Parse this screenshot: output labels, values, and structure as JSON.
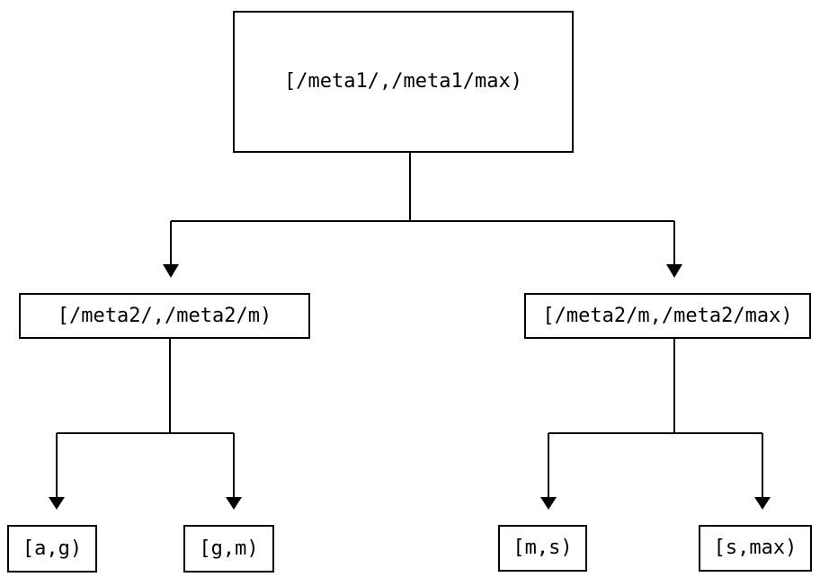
{
  "colors": {
    "background": "#ffffff",
    "line": "#000000",
    "node_border": "#000000",
    "node_fill": "#ffffff",
    "text": "#000000"
  },
  "tree": {
    "nodes": {
      "root": {
        "label": "[/meta1/,/meta1/max)"
      },
      "meta2_low": {
        "label": "[/meta2/,/meta2/m)"
      },
      "meta2_high": {
        "label": "[/meta2/m,/meta2/max)"
      },
      "leaf_ag": {
        "label": "[a,g)"
      },
      "leaf_gm": {
        "label": "[g,m)"
      },
      "leaf_ms": {
        "label": "[m,s)"
      },
      "leaf_smax": {
        "label": "[s,max)"
      }
    },
    "edges": [
      {
        "from": "root",
        "to": "meta2_low"
      },
      {
        "from": "root",
        "to": "meta2_high"
      },
      {
        "from": "meta2_low",
        "to": "leaf_ag"
      },
      {
        "from": "meta2_low",
        "to": "leaf_gm"
      },
      {
        "from": "meta2_high",
        "to": "leaf_ms"
      },
      {
        "from": "meta2_high",
        "to": "leaf_smax"
      }
    ]
  }
}
